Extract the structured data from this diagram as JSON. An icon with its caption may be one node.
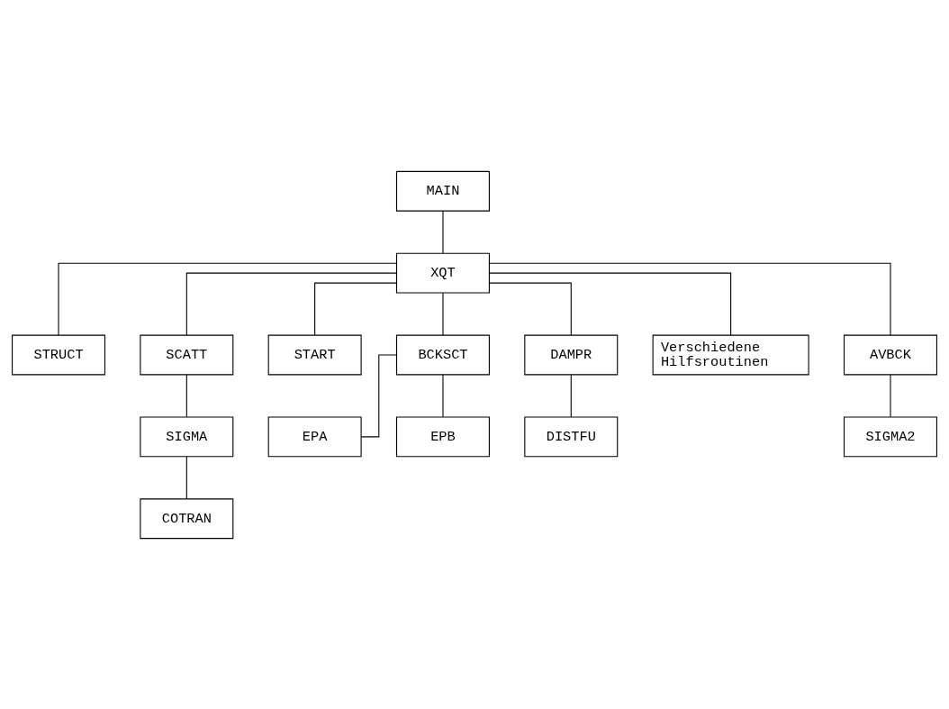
{
  "diagram": {
    "nodes": [
      {
        "text": [
          "MAIN"
        ]
      },
      {
        "text": [
          "XQT"
        ]
      },
      {
        "text": [
          "STRUCT"
        ]
      },
      {
        "text": [
          "SCATT"
        ]
      },
      {
        "text": [
          "START"
        ]
      },
      {
        "text": [
          "SIGMA"
        ]
      },
      {
        "text": [
          "BCKSCT"
        ]
      },
      {
        "text": [
          "DAMPR"
        ]
      },
      {
        "text": [
          "COTRAN"
        ]
      },
      {
        "text": [
          "EPA"
        ]
      },
      {
        "text": [
          "EPB"
        ]
      },
      {
        "text": [
          "DISTFU"
        ]
      },
      {
        "text": [
          "Verschiedene Hilfsroutinen"
        ]
      },
      {
        "text": [
          "AVBCK"
        ]
      },
      {
        "text": [
          "SIGMA2"
        ]
      }
    ],
    "edges": [
      {
        "from": 0,
        "to": 1,
        "arrow": "none"
      },
      {
        "from": 1,
        "to": 2,
        "arrow": "none"
      },
      {
        "from": 1,
        "to": 4,
        "arrow": "none"
      },
      {
        "from": 1,
        "to": 7,
        "arrow": "none"
      },
      {
        "from": 1,
        "to": 3,
        "arrow": "none"
      },
      {
        "from": 1,
        "to": 12,
        "arrow": "none"
      },
      {
        "from": 1,
        "to": 13,
        "arrow": "none"
      },
      {
        "from": 1,
        "to": 6,
        "arrow": "none"
      },
      {
        "from": 3,
        "to": 5,
        "arrow": "none"
      },
      {
        "from": 5,
        "to": 8,
        "arrow": "none"
      },
      {
        "from": 6,
        "to": 9,
        "arrow": "none"
      },
      {
        "from": 6,
        "to": 10,
        "arrow": "none"
      },
      {
        "from": 7,
        "to": 11,
        "arrow": "none"
      },
      {
        "from": 13,
        "to": 14,
        "arrow": "none"
      }
    ]
  }
}
